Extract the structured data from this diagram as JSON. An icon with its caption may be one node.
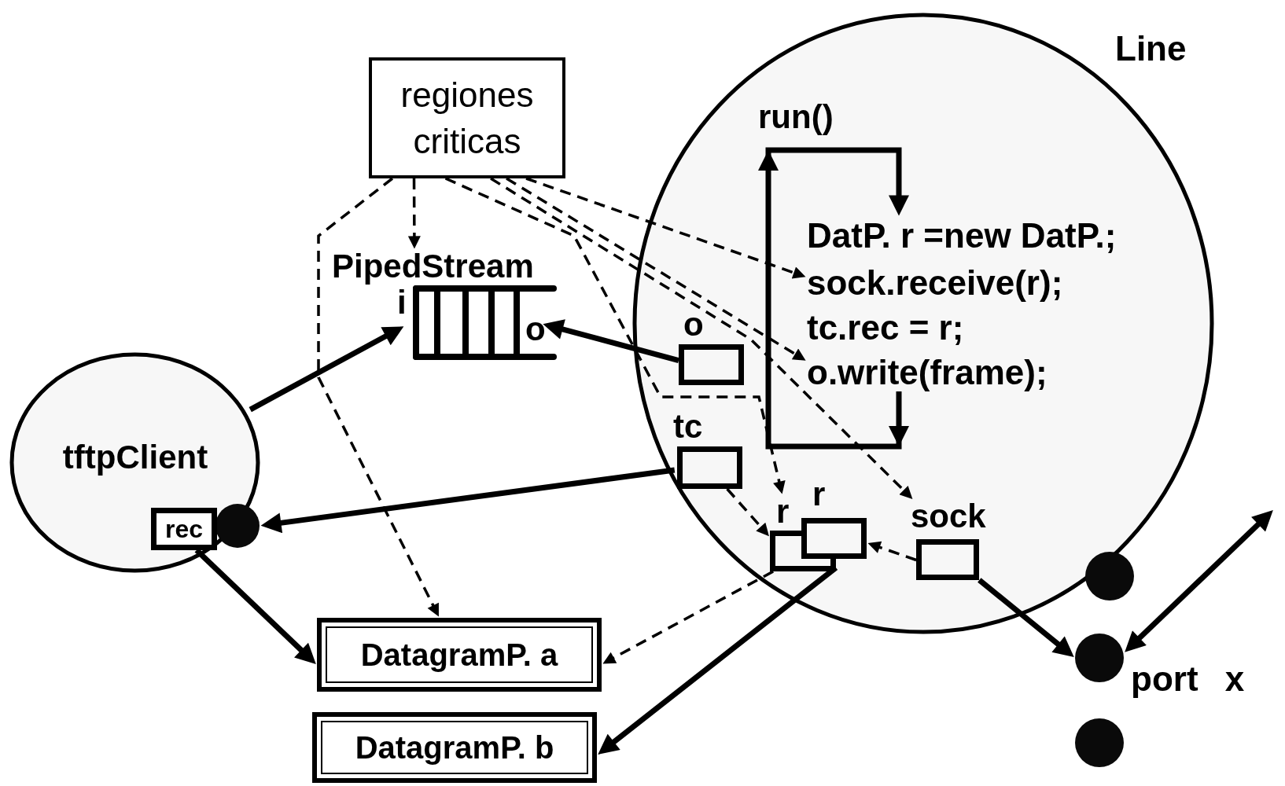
{
  "diagram": {
    "nodes": [
      {
        "text": [
          "regiones criticas"
        ]
      },
      {
        "text": [
          "PipedStream",
          "i",
          "o"
        ]
      },
      {
        "text": [
          "Line"
        ]
      },
      {
        "text": [
          "DatP. r =new DatP.;"
        ],
        "in": 2
      },
      {
        "text": [
          "sock.receive(r);"
        ],
        "in": 2
      },
      {
        "text": [
          "tc.rec = r;"
        ],
        "in": 2
      },
      {
        "text": [
          "o.write(frame);"
        ],
        "in": 2
      },
      {
        "text": [
          "o"
        ],
        "in": 2
      },
      {
        "text": [
          "tftpClient"
        ]
      },
      {
        "text": [
          "tc"
        ],
        "in": 2
      },
      {
        "text": [
          "rec"
        ],
        "in": 8
      },
      {
        "text": [],
        "shape": "circle"
      },
      {
        "text": [
          "r"
        ],
        "in": 2
      },
      {
        "text": [
          "r"
        ],
        "in": 2
      },
      {
        "text": [
          "sock"
        ],
        "in": 2
      },
      {
        "text": [],
        "shape": "circle"
      },
      {
        "text": [
          "DatagramP. a"
        ]
      },
      {
        "text": [],
        "shape": "circle",
        "beside": [
          "port x"
        ]
      },
      {
        "text": [
          "DatagramP. b"
        ]
      },
      {
        "text": [],
        "shape": "circle"
      }
    ],
    "edges": [
      {
        "from": 0,
        "to": 1,
        "arrow": "to",
        "style": "dashed"
      },
      {
        "from": 0,
        "to": 16,
        "arrow": "to",
        "style": "dashed"
      },
      {
        "from": 0,
        "to": 12,
        "arrow": "to",
        "style": "dashed"
      },
      {
        "from": 0,
        "to": 14,
        "arrow": "to",
        "style": "dashed"
      },
      {
        "from": 0,
        "to": 6,
        "arrow": "to",
        "style": "dashed"
      },
      {
        "from": 0,
        "to": 4,
        "arrow": "to",
        "style": "dashed"
      },
      {
        "from": 8,
        "to": 1,
        "arrow": "to",
        "style": "thick"
      },
      {
        "from": 7,
        "to": 1,
        "arrow": "to",
        "style": "thick"
      },
      {
        "from": 9,
        "to": 11,
        "arrow": "to",
        "style": "thick"
      },
      {
        "from": 10,
        "to": 16,
        "arrow": "to",
        "style": "thick"
      },
      {
        "from": 12,
        "to": 18,
        "arrow": "to",
        "style": "thick"
      },
      {
        "from": 14,
        "to": 17,
        "arrow": "to",
        "style": "thick"
      },
      {
        "from": null,
        "to": 17,
        "arrow": "both",
        "style": "thick"
      },
      {
        "from": 9,
        "to": 12,
        "arrow": "to",
        "style": "dashed"
      },
      {
        "from": 14,
        "to": 13,
        "arrow": "to",
        "style": "dashed"
      },
      {
        "from": 12,
        "to": 16,
        "arrow": "to",
        "style": "dashed"
      },
      {
        "from": 6,
        "to": 3,
        "arrow": "to",
        "style": "thick"
      }
    ],
    "labels": [
      "run()"
    ]
  }
}
